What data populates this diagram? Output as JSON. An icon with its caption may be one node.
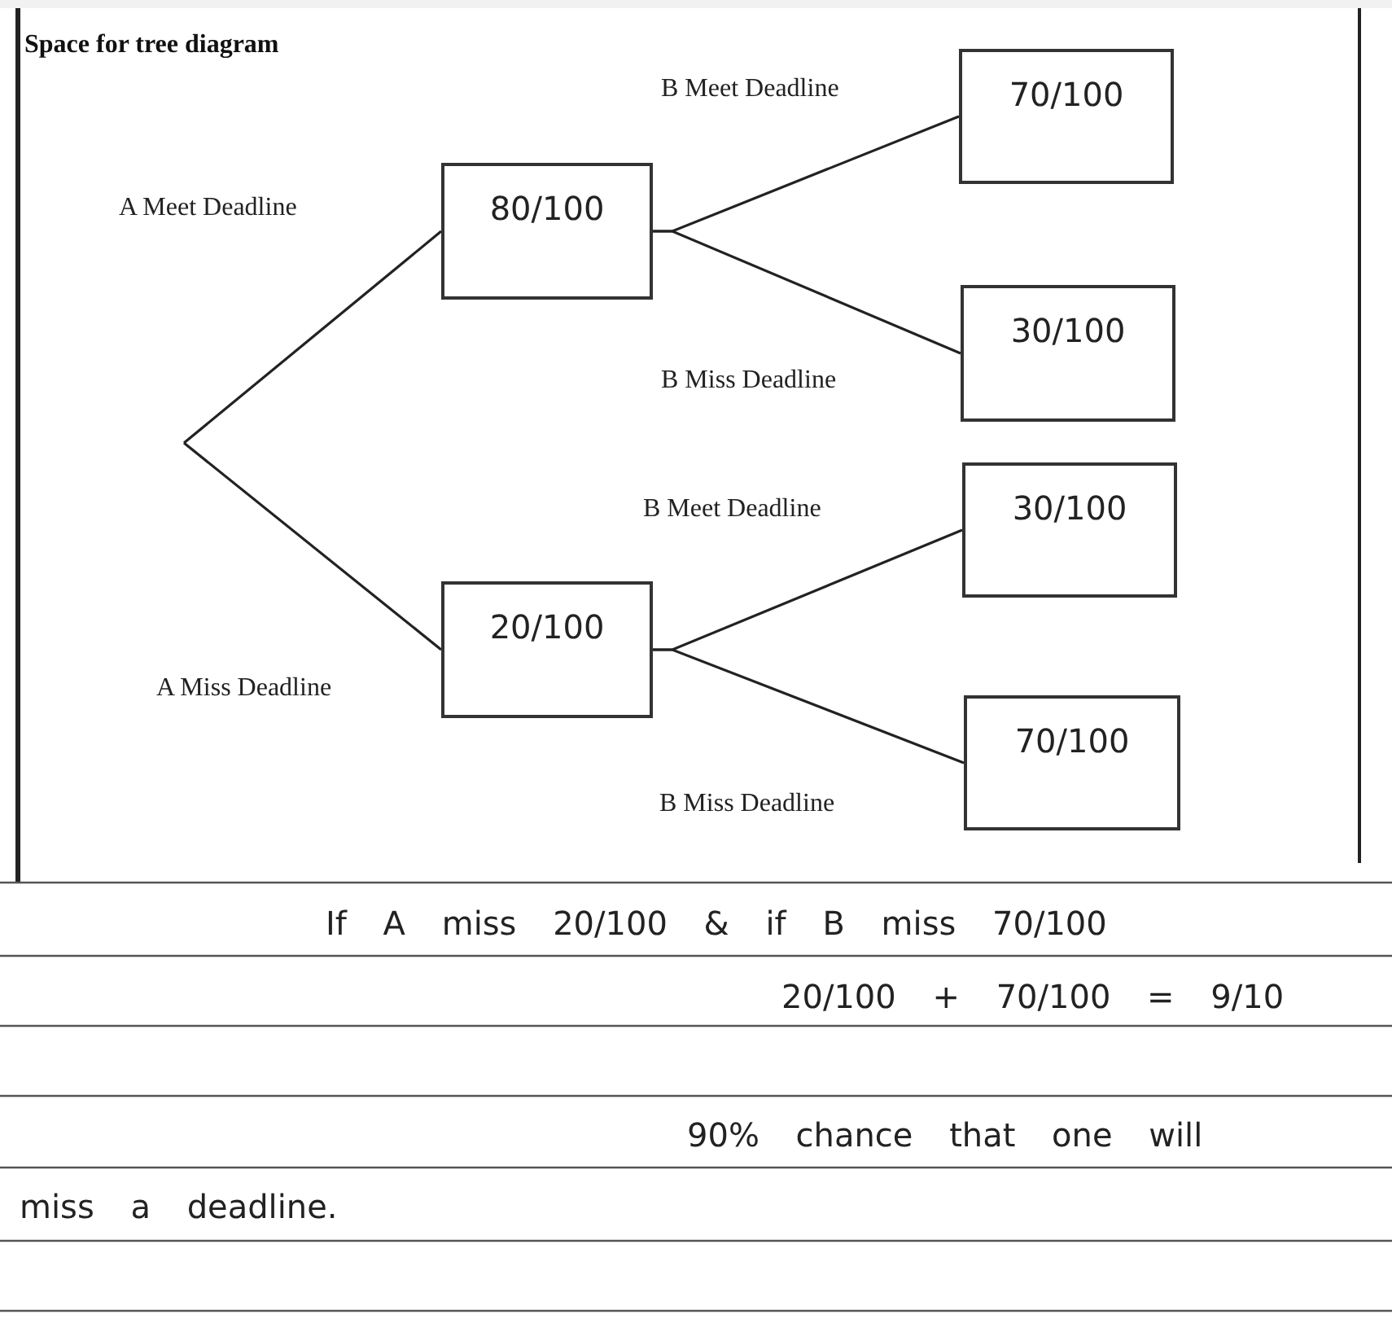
{
  "diagram": {
    "title": "Space for tree diagram",
    "nodes": [
      {
        "text": [
          "80/100"
        ]
      },
      {
        "text": [
          "20/100"
        ]
      },
      {
        "text": [
          "70/100"
        ]
      },
      {
        "text": [
          "30/100"
        ]
      },
      {
        "text": [
          "30/100"
        ]
      },
      {
        "text": [
          "70/100"
        ]
      }
    ],
    "edges": [
      {
        "from": null,
        "to": 0,
        "arrow": "none",
        "label": "A Meet Deadline"
      },
      {
        "from": null,
        "to": 1,
        "arrow": "none",
        "label": "A Miss Deadline"
      },
      {
        "from": 0,
        "to": 2,
        "arrow": "none",
        "label": "B Meet Deadline"
      },
      {
        "from": 0,
        "to": 3,
        "arrow": "none",
        "label": "B Miss Deadline"
      },
      {
        "from": 1,
        "to": 4,
        "arrow": "none",
        "label": "B Meet Deadline"
      },
      {
        "from": 1,
        "to": 5,
        "arrow": "none",
        "label": "B Miss Deadline"
      }
    ],
    "labels": [
      "If A miss 20/100 & if B miss 70/100",
      "20/100 + 70/100 = 9/10",
      "90% chance that one will miss a deadline."
    ]
  }
}
